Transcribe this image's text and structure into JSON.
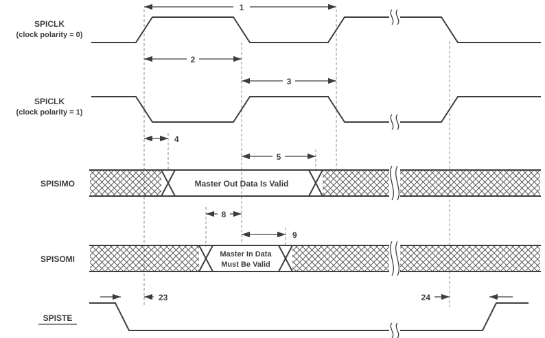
{
  "diagram": {
    "type": "timing-diagram",
    "description": "SPI master mode timing waveform",
    "colors": {
      "background": "#ffffff",
      "line": "#3d3d3d",
      "dashed_reference": "#8a8a8a",
      "hatch": "#5a5a5a"
    },
    "signals": {
      "spiclk_pol0": {
        "name": "SPICLK",
        "qualifier": "(clock polarity = 0)"
      },
      "spiclk_pol1": {
        "name": "SPICLK",
        "qualifier": "(clock polarity = 1)"
      },
      "spisimo": {
        "name": "SPISIMO",
        "valid_label": "Master Out Data Is Valid"
      },
      "spisomi": {
        "name": "SPISOMI",
        "valid_label_line1": "Master In Data",
        "valid_label_line2": "Must Be Valid"
      },
      "spiste": {
        "name": "SPISTE"
      }
    },
    "timing_marks": {
      "t1": "1",
      "t2": "2",
      "t3": "3",
      "t4": "4",
      "t5": "5",
      "t8": "8",
      "t9": "9",
      "t23": "23",
      "t24": "24"
    }
  }
}
